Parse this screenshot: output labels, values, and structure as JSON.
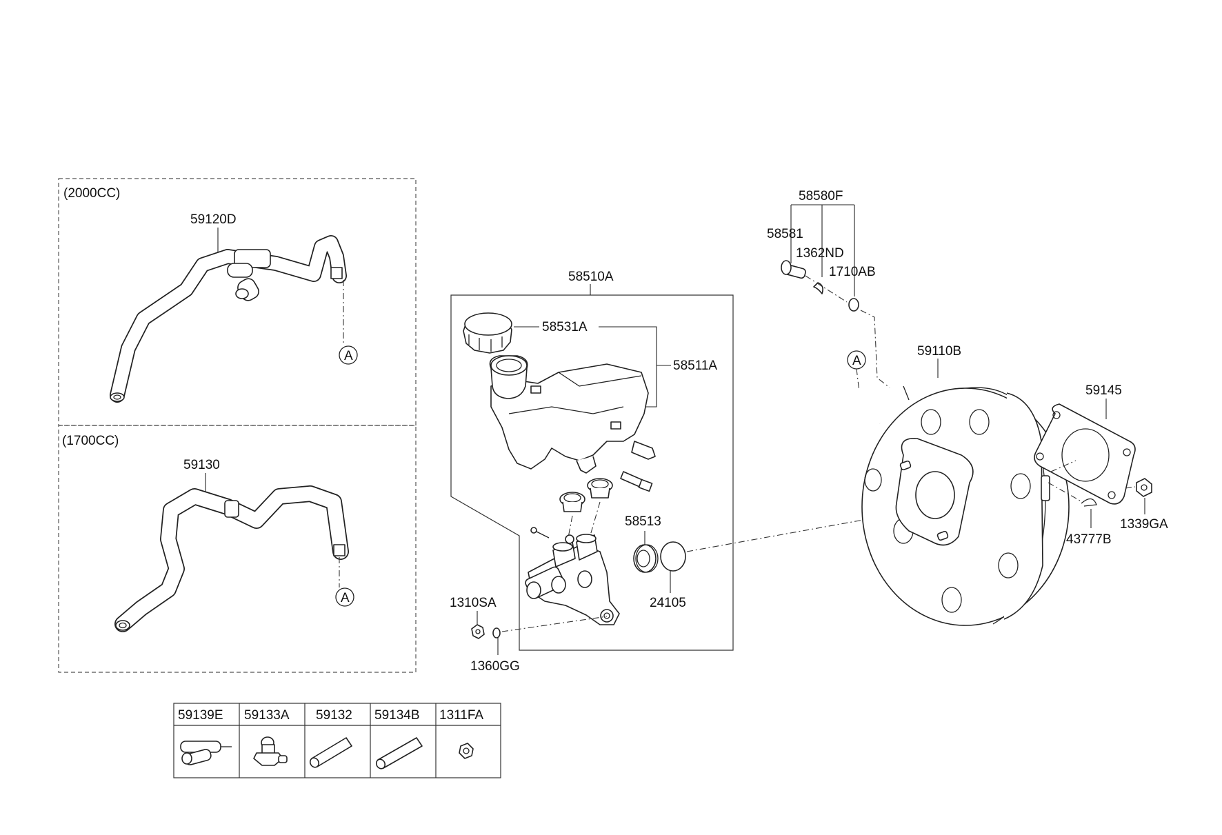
{
  "sections": {
    "s2000": "(2000CC)",
    "s1700": "(1700CC)"
  },
  "parts": {
    "p59120D": "59120D",
    "p59130": "59130",
    "p58510A": "58510A",
    "p58531A": "58531A",
    "p58511A": "58511A",
    "p58513": "58513",
    "p24105": "24105",
    "p1310SA": "1310SA",
    "p1360GG": "1360GG",
    "p58580F": "58580F",
    "p58581": "58581",
    "p1362ND": "1362ND",
    "p1710AB": "1710AB",
    "p59110B": "59110B",
    "p59145": "59145",
    "p43777B": "43777B",
    "p1339GA": "1339GA"
  },
  "connector": "A",
  "table": {
    "headers": [
      "59139E",
      "59133A",
      "59132",
      "59134B",
      "1311FA"
    ]
  }
}
